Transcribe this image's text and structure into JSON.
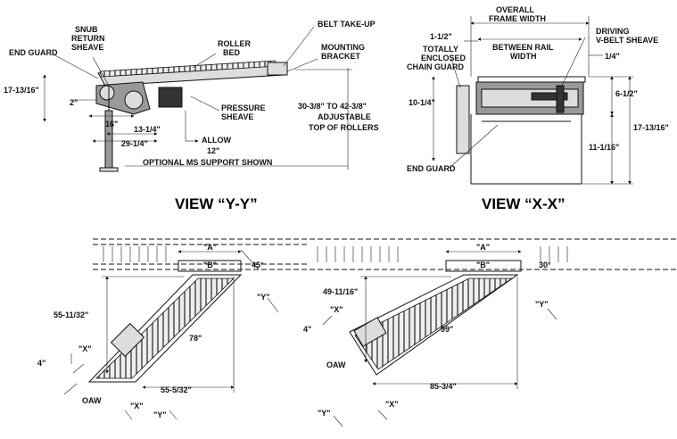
{
  "views": {
    "y_title": "VIEW “Y-Y”",
    "x_title": "VIEW “X-X”"
  },
  "yy": {
    "end_guard": "END GUARD",
    "snub_1": "SNUB",
    "snub_2": "RETURN",
    "snub_3": "SHEAVE",
    "roller_1": "ROLLER",
    "roller_2": "BED",
    "belt_takeup": "BELT TAKE-UP",
    "mount_1": "MOUNTING",
    "mount_2": "BRACKET",
    "press_1": "PRESSURE",
    "press_2": "SHEAVE",
    "d_17_13_16": "17-13/16\"",
    "d_2": "2\"",
    "d_16": "16\"",
    "d_13_1_4": "13-1/4\"",
    "d_29_1_4": "29-1/4\"",
    "allow_1": "ALLOW",
    "allow_2": "12\"",
    "top_1": "30-3/8\" TO 42-3/8\"",
    "top_2": "ADJUSTABLE",
    "top_3": "TOP OF ROLLERS",
    "support": "OPTIONAL MS SUPPORT SHOWN"
  },
  "xx": {
    "overall_1": "OVERALL",
    "overall_2": "FRAME WIDTH",
    "between_1": "BETWEEN RAIL",
    "between_2": "WIDTH",
    "d_1_1_2": "1-1/2\"",
    "driving_1": "DRIVING",
    "driving_2": "V-BELT SHEAVE",
    "guard_1": "TOTALLY",
    "guard_2": "ENCLOSED",
    "guard_3": "CHAIN GUARD",
    "d_1_4": "1/4\"",
    "d_10_1_4": "10-1/4\"",
    "d_6_1_2": "6-1/2\"",
    "d_17_13_16": "17-13/16\"",
    "d_11_1_16": "11-1/16\"",
    "end_guard": "END GUARD"
  },
  "left_plan": {
    "a": "\"A\"",
    "b": "\"B\"",
    "angle": "45°",
    "d_55_11_32": "55-11/32\"",
    "d_78": "78\"",
    "d_4": "4\"",
    "x_mark": "\"X\"",
    "y_mark": "\"Y\"",
    "oaw": "OAW",
    "d_55_5_32": "55-5/32\"",
    "x_bottom": "\"X\"",
    "y_bottom": "\"Y\""
  },
  "right_plan": {
    "a": "\"A\"",
    "b": "\"B\"",
    "angle": "30°",
    "d_49_11_16": "49-11/16\"",
    "d_4": "4\"",
    "x_mark": "\"X\"",
    "y_mark": "\"Y\"",
    "d_99": "99\"",
    "oaw": "OAW",
    "d_85_3_4": "85-3/4\"",
    "y_bottom": "\"Y\"",
    "x_bottom": "\"X\""
  }
}
